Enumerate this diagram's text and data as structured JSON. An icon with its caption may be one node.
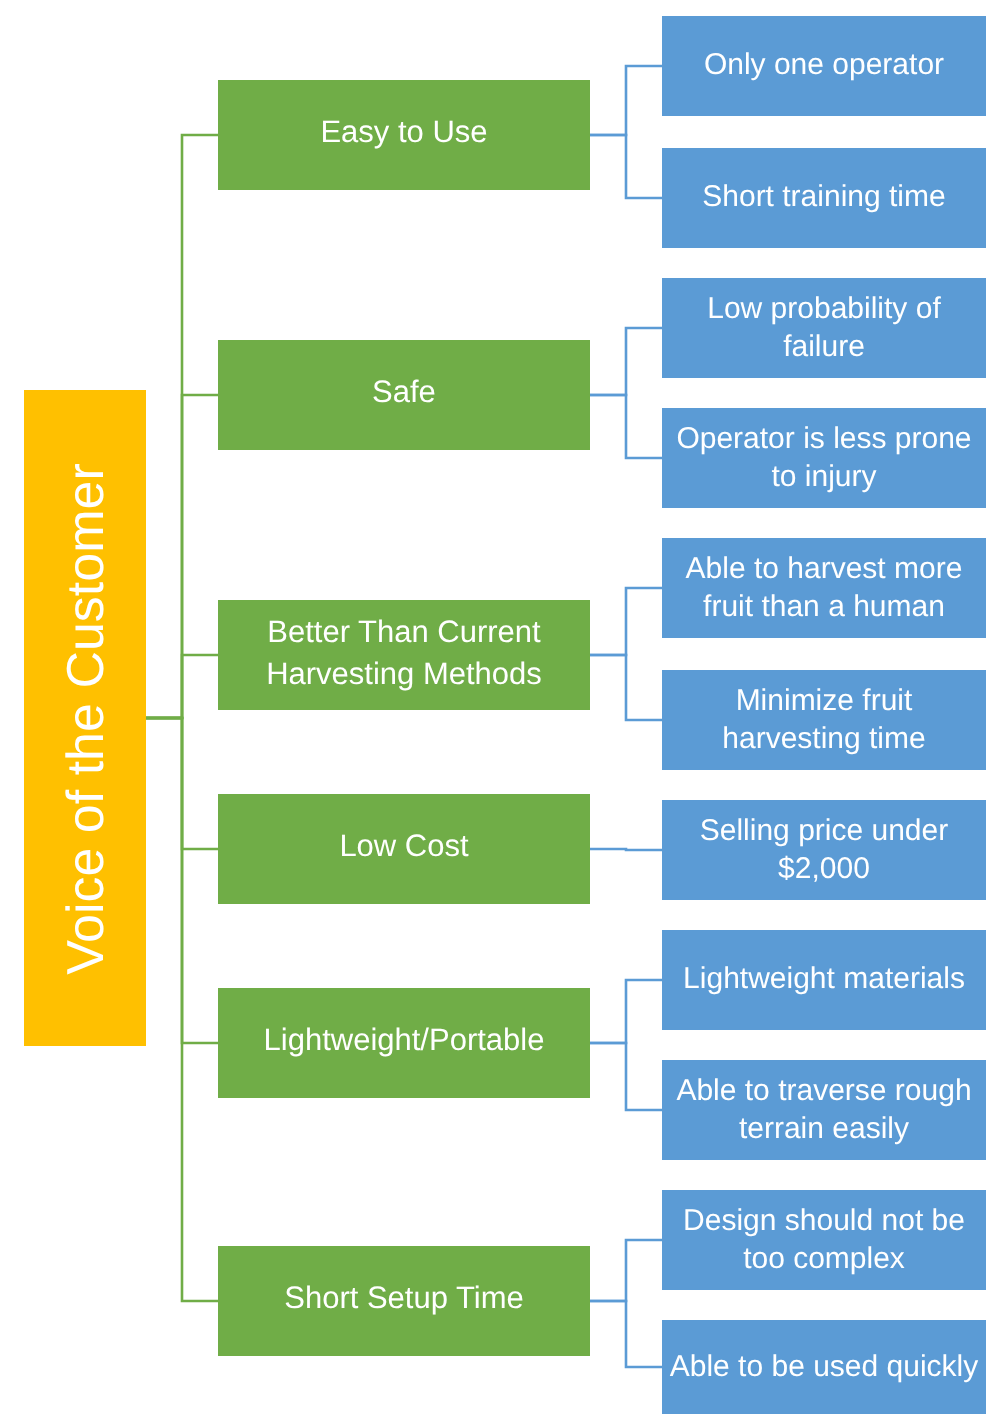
{
  "diagram": {
    "nodes": [
      {
        "text": [
          "Voice of the Customer"
        ]
      },
      {
        "text": [
          "Easy to Use"
        ]
      },
      {
        "text": [
          "Only one operator"
        ]
      },
      {
        "text": [
          "Short training time"
        ]
      },
      {
        "text": [
          "Safe"
        ]
      },
      {
        "text": [
          "Low probability of failure"
        ]
      },
      {
        "text": [
          "Operator is less prone to injury"
        ]
      },
      {
        "text": [
          "Better Than Current Harvesting Methods"
        ]
      },
      {
        "text": [
          "Able to harvest more fruit than a human"
        ]
      },
      {
        "text": [
          "Minimize fruit harvesting time"
        ]
      },
      {
        "text": [
          "Low Cost"
        ]
      },
      {
        "text": [
          "Selling price under $2,000"
        ]
      },
      {
        "text": [
          "Lightweight/Portable"
        ]
      },
      {
        "text": [
          "Lightweight materials"
        ]
      },
      {
        "text": [
          "Able to traverse rough terrain easily"
        ]
      },
      {
        "text": [
          "Short Setup Time"
        ]
      },
      {
        "text": [
          "Design should not be too complex"
        ]
      },
      {
        "text": [
          "Able to be used quickly"
        ]
      }
    ],
    "edges": [
      {
        "from": 0,
        "to": 1,
        "arrow": "none",
        "color": "#70ad47"
      },
      {
        "from": 1,
        "to": 2,
        "arrow": "none"
      },
      {
        "from": 1,
        "to": 3,
        "arrow": "none"
      },
      {
        "from": 0,
        "to": 4,
        "arrow": "none",
        "color": "#70ad47"
      },
      {
        "from": 4,
        "to": 5,
        "arrow": "none"
      },
      {
        "from": 4,
        "to": 6,
        "arrow": "none"
      },
      {
        "from": 0,
        "to": 7,
        "arrow": "none",
        "color": "#70ad47"
      },
      {
        "from": 7,
        "to": 8,
        "arrow": "none"
      },
      {
        "from": 7,
        "to": 9,
        "arrow": "none"
      },
      {
        "from": 0,
        "to": 10,
        "arrow": "none",
        "color": "#70ad47"
      },
      {
        "from": 10,
        "to": 11,
        "arrow": "none"
      },
      {
        "from": 0,
        "to": 12,
        "arrow": "none",
        "color": "#70ad47"
      },
      {
        "from": 12,
        "to": 13,
        "arrow": "none"
      },
      {
        "from": 12,
        "to": 14,
        "arrow": "none"
      },
      {
        "from": 0,
        "to": 15,
        "arrow": "none",
        "color": "#70ad47"
      },
      {
        "from": 15,
        "to": 16,
        "arrow": "none"
      },
      {
        "from": 15,
        "to": 17,
        "arrow": "none"
      }
    ]
  }
}
